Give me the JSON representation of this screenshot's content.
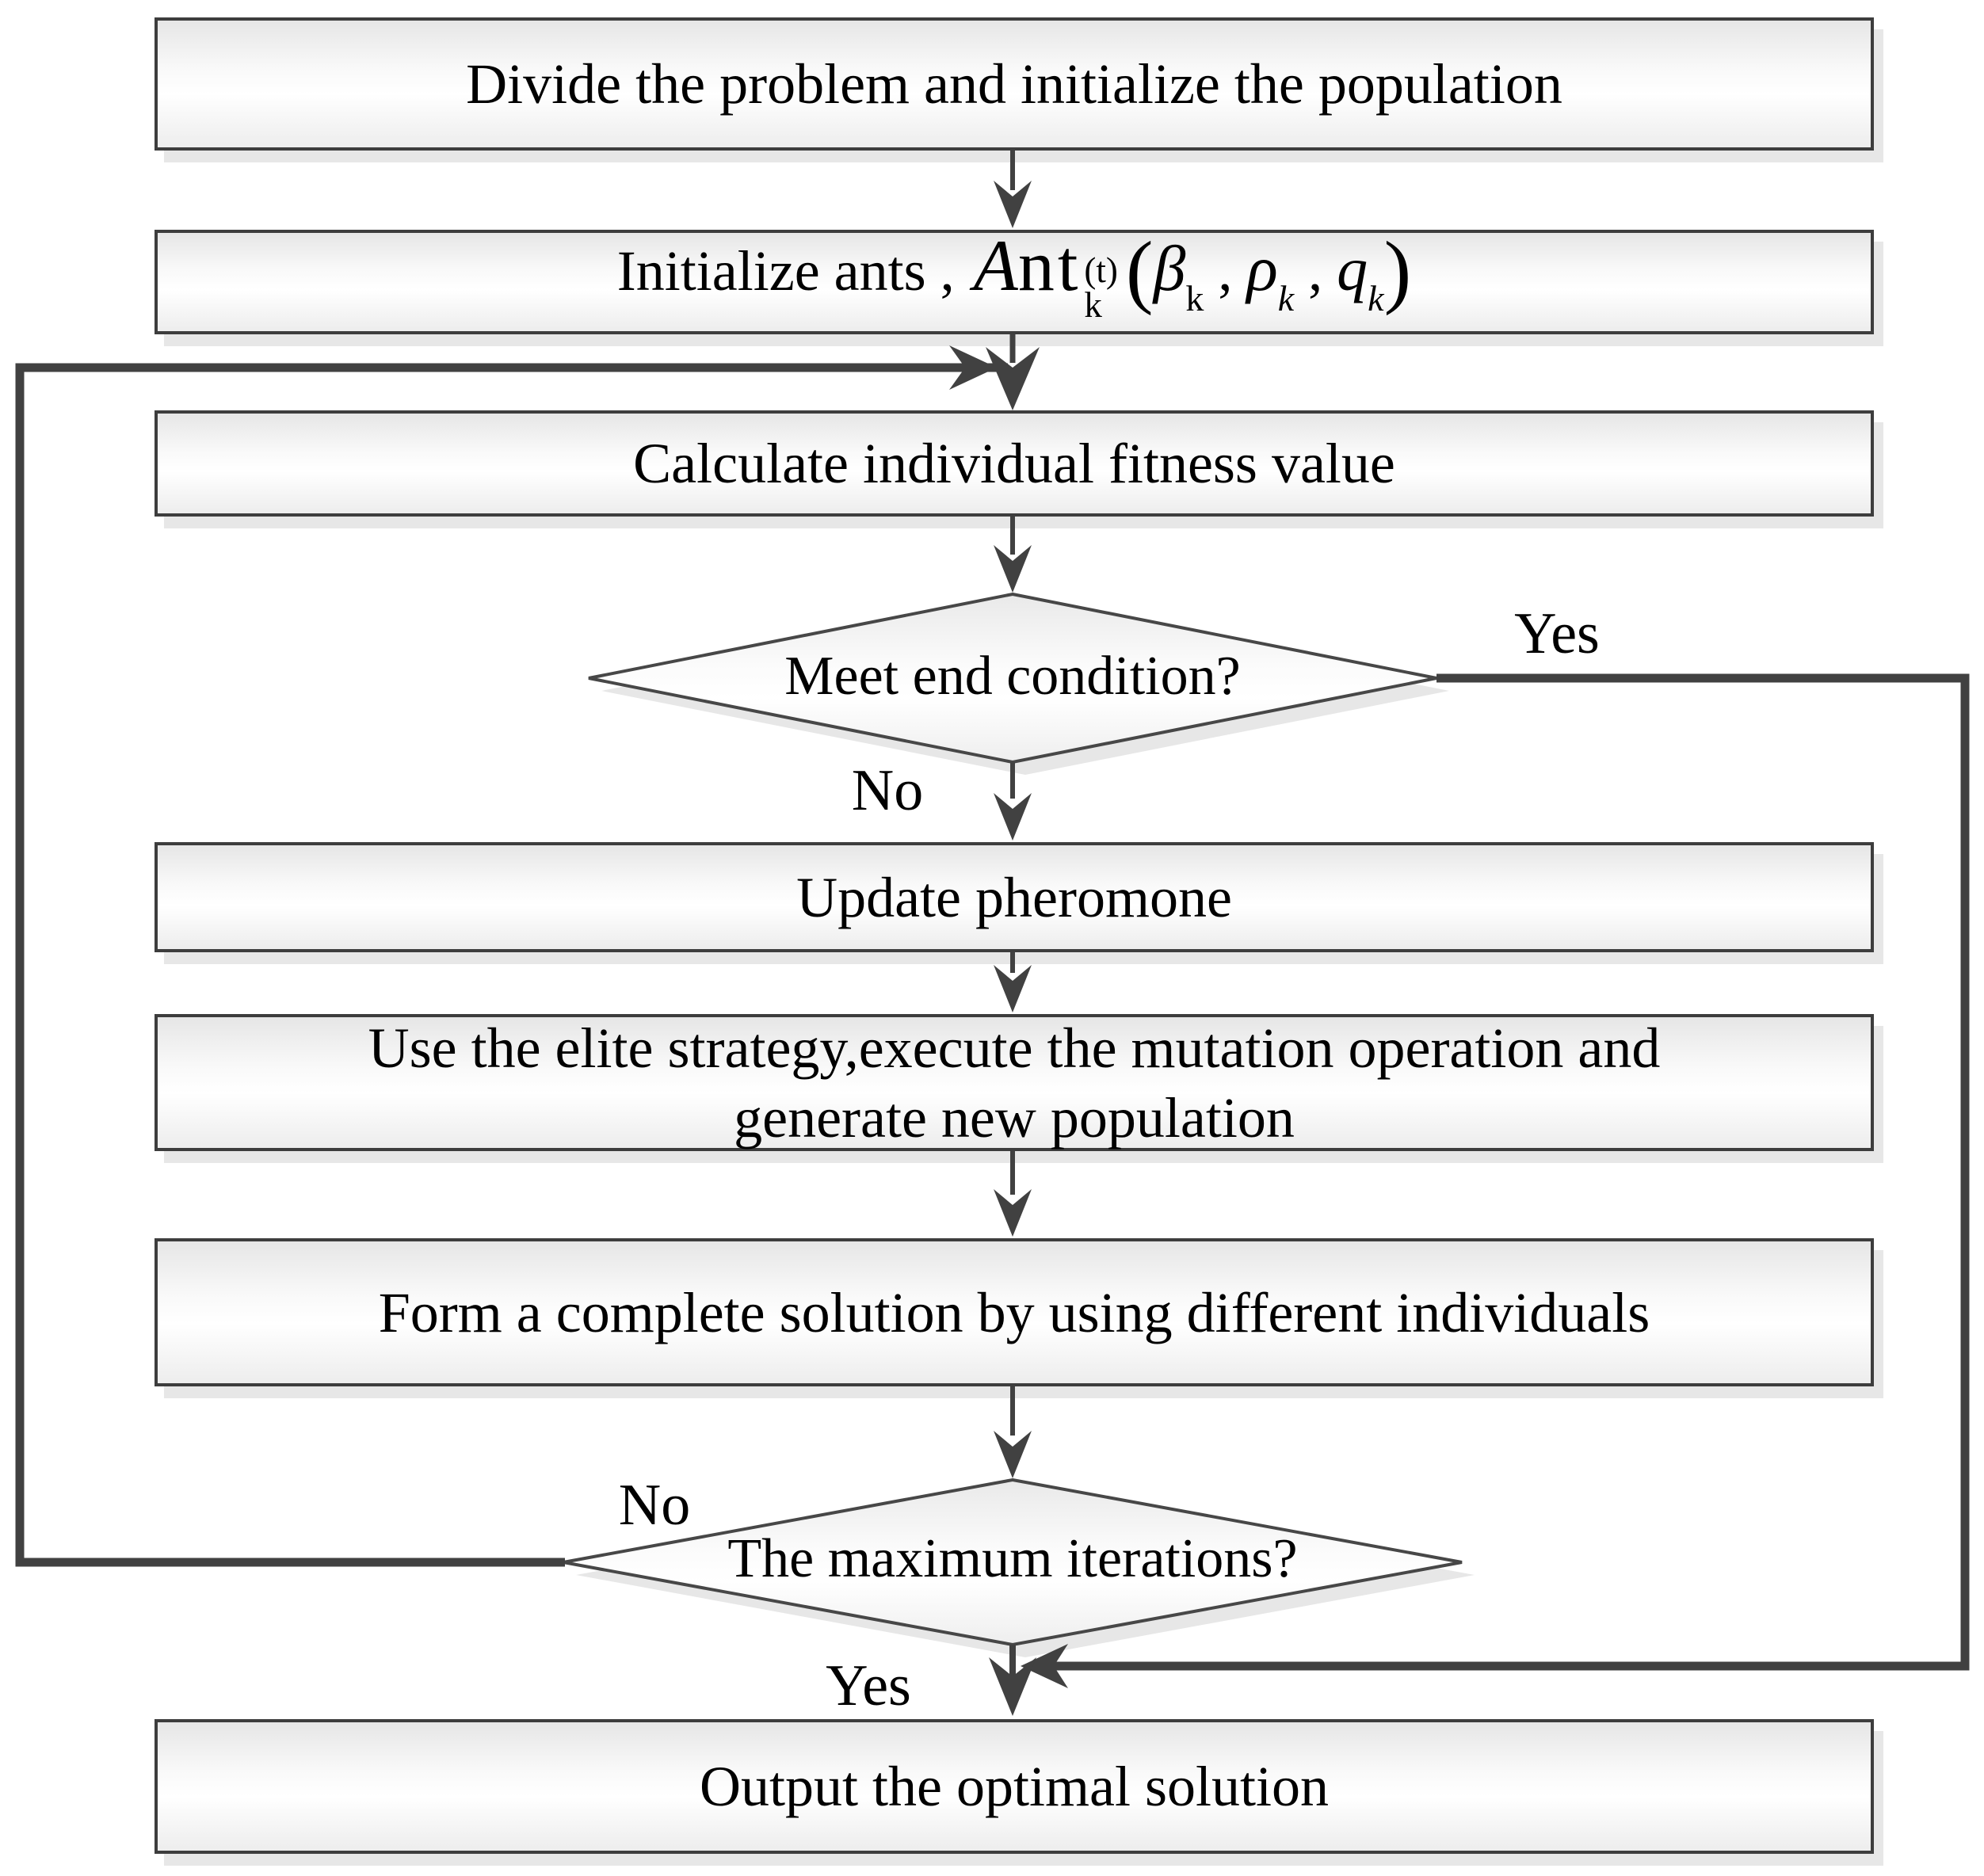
{
  "flowchart": {
    "steps": {
      "divide": "Divide the problem and initialize the population",
      "initialize_prefix": "Initialize ants",
      "initialize_comma": ",",
      "ant_base_italic": "A",
      "ant_base": "nt",
      "ant_sup": "(t)",
      "ant_sub": "k",
      "open_paren": "(",
      "beta": "β",
      "beta_sub": "k",
      "comma_1": ",",
      "rho": "ρ",
      "rho_sub": "k",
      "comma_2": ",",
      "q": "q",
      "q_sub": "k",
      "close_paren": ")",
      "calculate": "Calculate individual fitness value",
      "update": "Update pheromone",
      "elite_line1": "Use the elite strategy,execute the mutation operation and",
      "elite_line2": "generate new population",
      "form": "Form a complete solution by using different individuals",
      "output": "Output the optimal solution"
    },
    "decisions": {
      "end_condition": "Meet end condition?",
      "max_iterations": "The maximum iterations?"
    },
    "edge_labels": {
      "end_yes": "Yes",
      "end_no": "No",
      "max_no": "No",
      "max_yes": "Yes"
    },
    "colors": {
      "line": "#414141",
      "box_border": "#3d3d3d",
      "shape_fill_top": "#e6e6e6",
      "shape_fill_bottom": "#ededed",
      "shadow": "#e7e7e7",
      "text": "#000000"
    }
  }
}
